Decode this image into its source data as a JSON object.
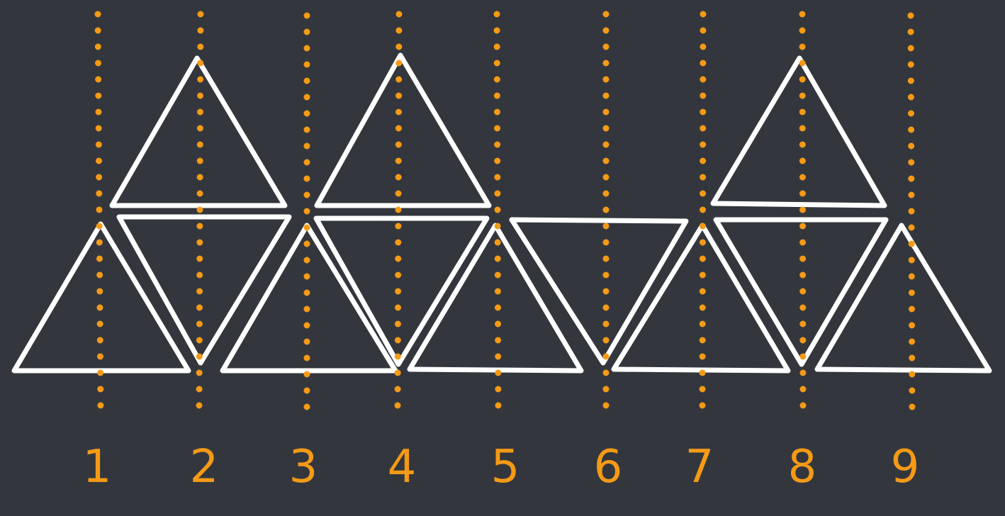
{
  "diagram": {
    "labels": [
      "1",
      "2",
      "3",
      "4",
      "5",
      "6",
      "7",
      "8",
      "9"
    ],
    "colors": {
      "background": "#33373d",
      "shape_stroke": "#ffffff",
      "guide": "#f59a16"
    }
  }
}
